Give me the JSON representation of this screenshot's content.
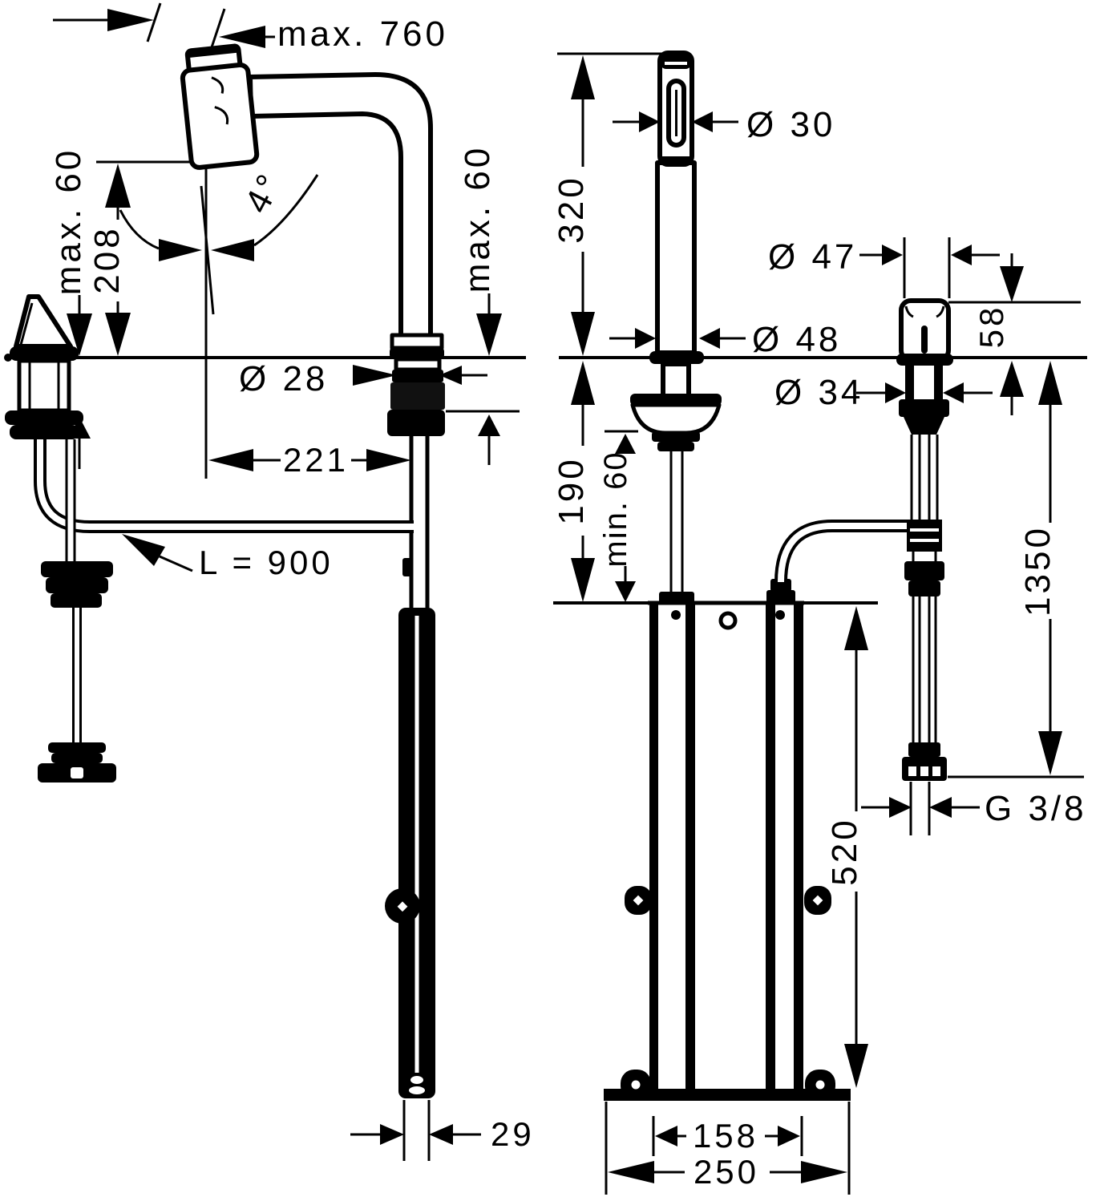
{
  "drawing": {
    "kind": "installation dimensional drawing",
    "background_color": "#ffffff",
    "ink_color": "#000000"
  },
  "views": {
    "side": {
      "dims": {
        "pullout": "max. 760",
        "spout_height_max": "max. 60",
        "spout_height": "208",
        "swivel_angle": "4°",
        "shank_diameter": "Ø 28",
        "reach": "221",
        "hose_length": "L = 900",
        "deck_max": "max. 60",
        "bottom_diameter": "29"
      }
    },
    "front": {
      "dims": {
        "body_height": "320",
        "handle_diameter": "Ø 30",
        "clearance": "190",
        "deck_min": "min. 60",
        "base_diameter": "Ø 48",
        "box_height": "520",
        "box_width": "158",
        "base_width": "250"
      }
    },
    "handle": {
      "dims": {
        "top_diameter": "Ø 47",
        "height": "58",
        "shaft_diameter": "Ø 34",
        "hose_drop": "1350",
        "thread": "G 3/8"
      }
    }
  }
}
